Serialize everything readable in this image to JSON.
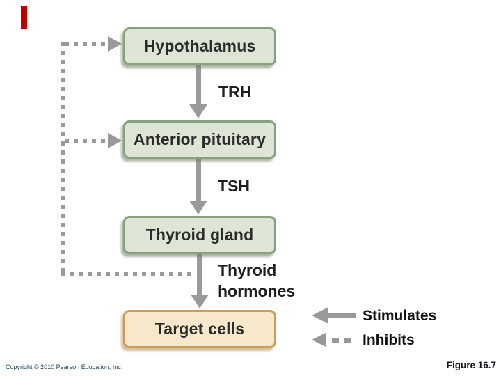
{
  "slide": {
    "red_accent_present": true
  },
  "colors": {
    "red_bar": "#c00000",
    "green_box_fill": "#dde6d5",
    "green_box_border": "#87a17c",
    "orange_box_fill": "#f8e8cb",
    "orange_box_border": "#cf9c54",
    "arrow_gray": "#999999",
    "box_text": "#2b2b2b",
    "copyright_text": "#1e3f52"
  },
  "diagram": {
    "nodes": [
      {
        "label": "Hypothalamus"
      },
      {
        "label": "Anterior pituitary"
      },
      {
        "label": "Thyroid gland"
      },
      {
        "label": "Target cells"
      }
    ],
    "hormone_labels": [
      {
        "label": "TRH"
      },
      {
        "label": "TSH"
      },
      {
        "label": "Thyroid\nhormones"
      }
    ],
    "feedback_style": "dashed-gray-inhibition-from-thyroid-hormones-to-hypothalamus-and-anterior-pituitary"
  },
  "legend": {
    "stimulates_label": "Stimulates",
    "inhibits_label": "Inhibits"
  },
  "footer": {
    "copyright": "Copyright © 2010 Pearson Education, Inc.",
    "figure_label": "Figure 16.7"
  }
}
